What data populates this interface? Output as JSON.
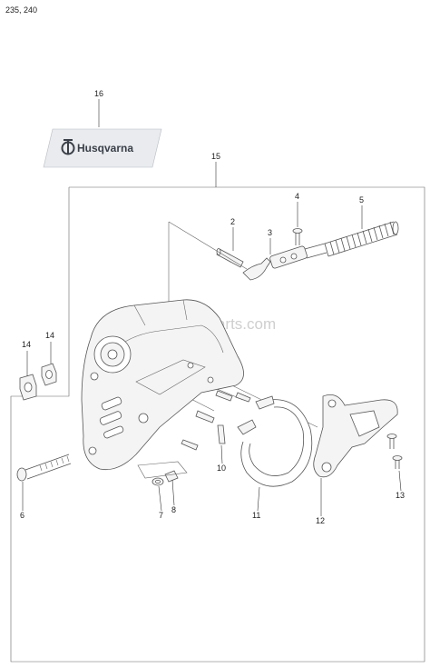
{
  "header": {
    "models": "235, 240"
  },
  "decal": {
    "brand": "Husqvarna"
  },
  "watermark": {
    "text": "eReplacementParts.com"
  },
  "parts": [
    {
      "id": "p2",
      "label": "2"
    },
    {
      "id": "p3",
      "label": "3"
    },
    {
      "id": "p4",
      "label": "4"
    },
    {
      "id": "p5",
      "label": "5"
    },
    {
      "id": "p6",
      "label": "6"
    },
    {
      "id": "p7",
      "label": "7"
    },
    {
      "id": "p8",
      "label": "8"
    },
    {
      "id": "p10",
      "label": "10"
    },
    {
      "id": "p11",
      "label": "11"
    },
    {
      "id": "p12",
      "label": "12"
    },
    {
      "id": "p13",
      "label": "13"
    },
    {
      "id": "p14a",
      "label": "14"
    },
    {
      "id": "p14b",
      "label": "14"
    },
    {
      "id": "p15",
      "label": "15"
    },
    {
      "id": "p16",
      "label": "16"
    }
  ]
}
